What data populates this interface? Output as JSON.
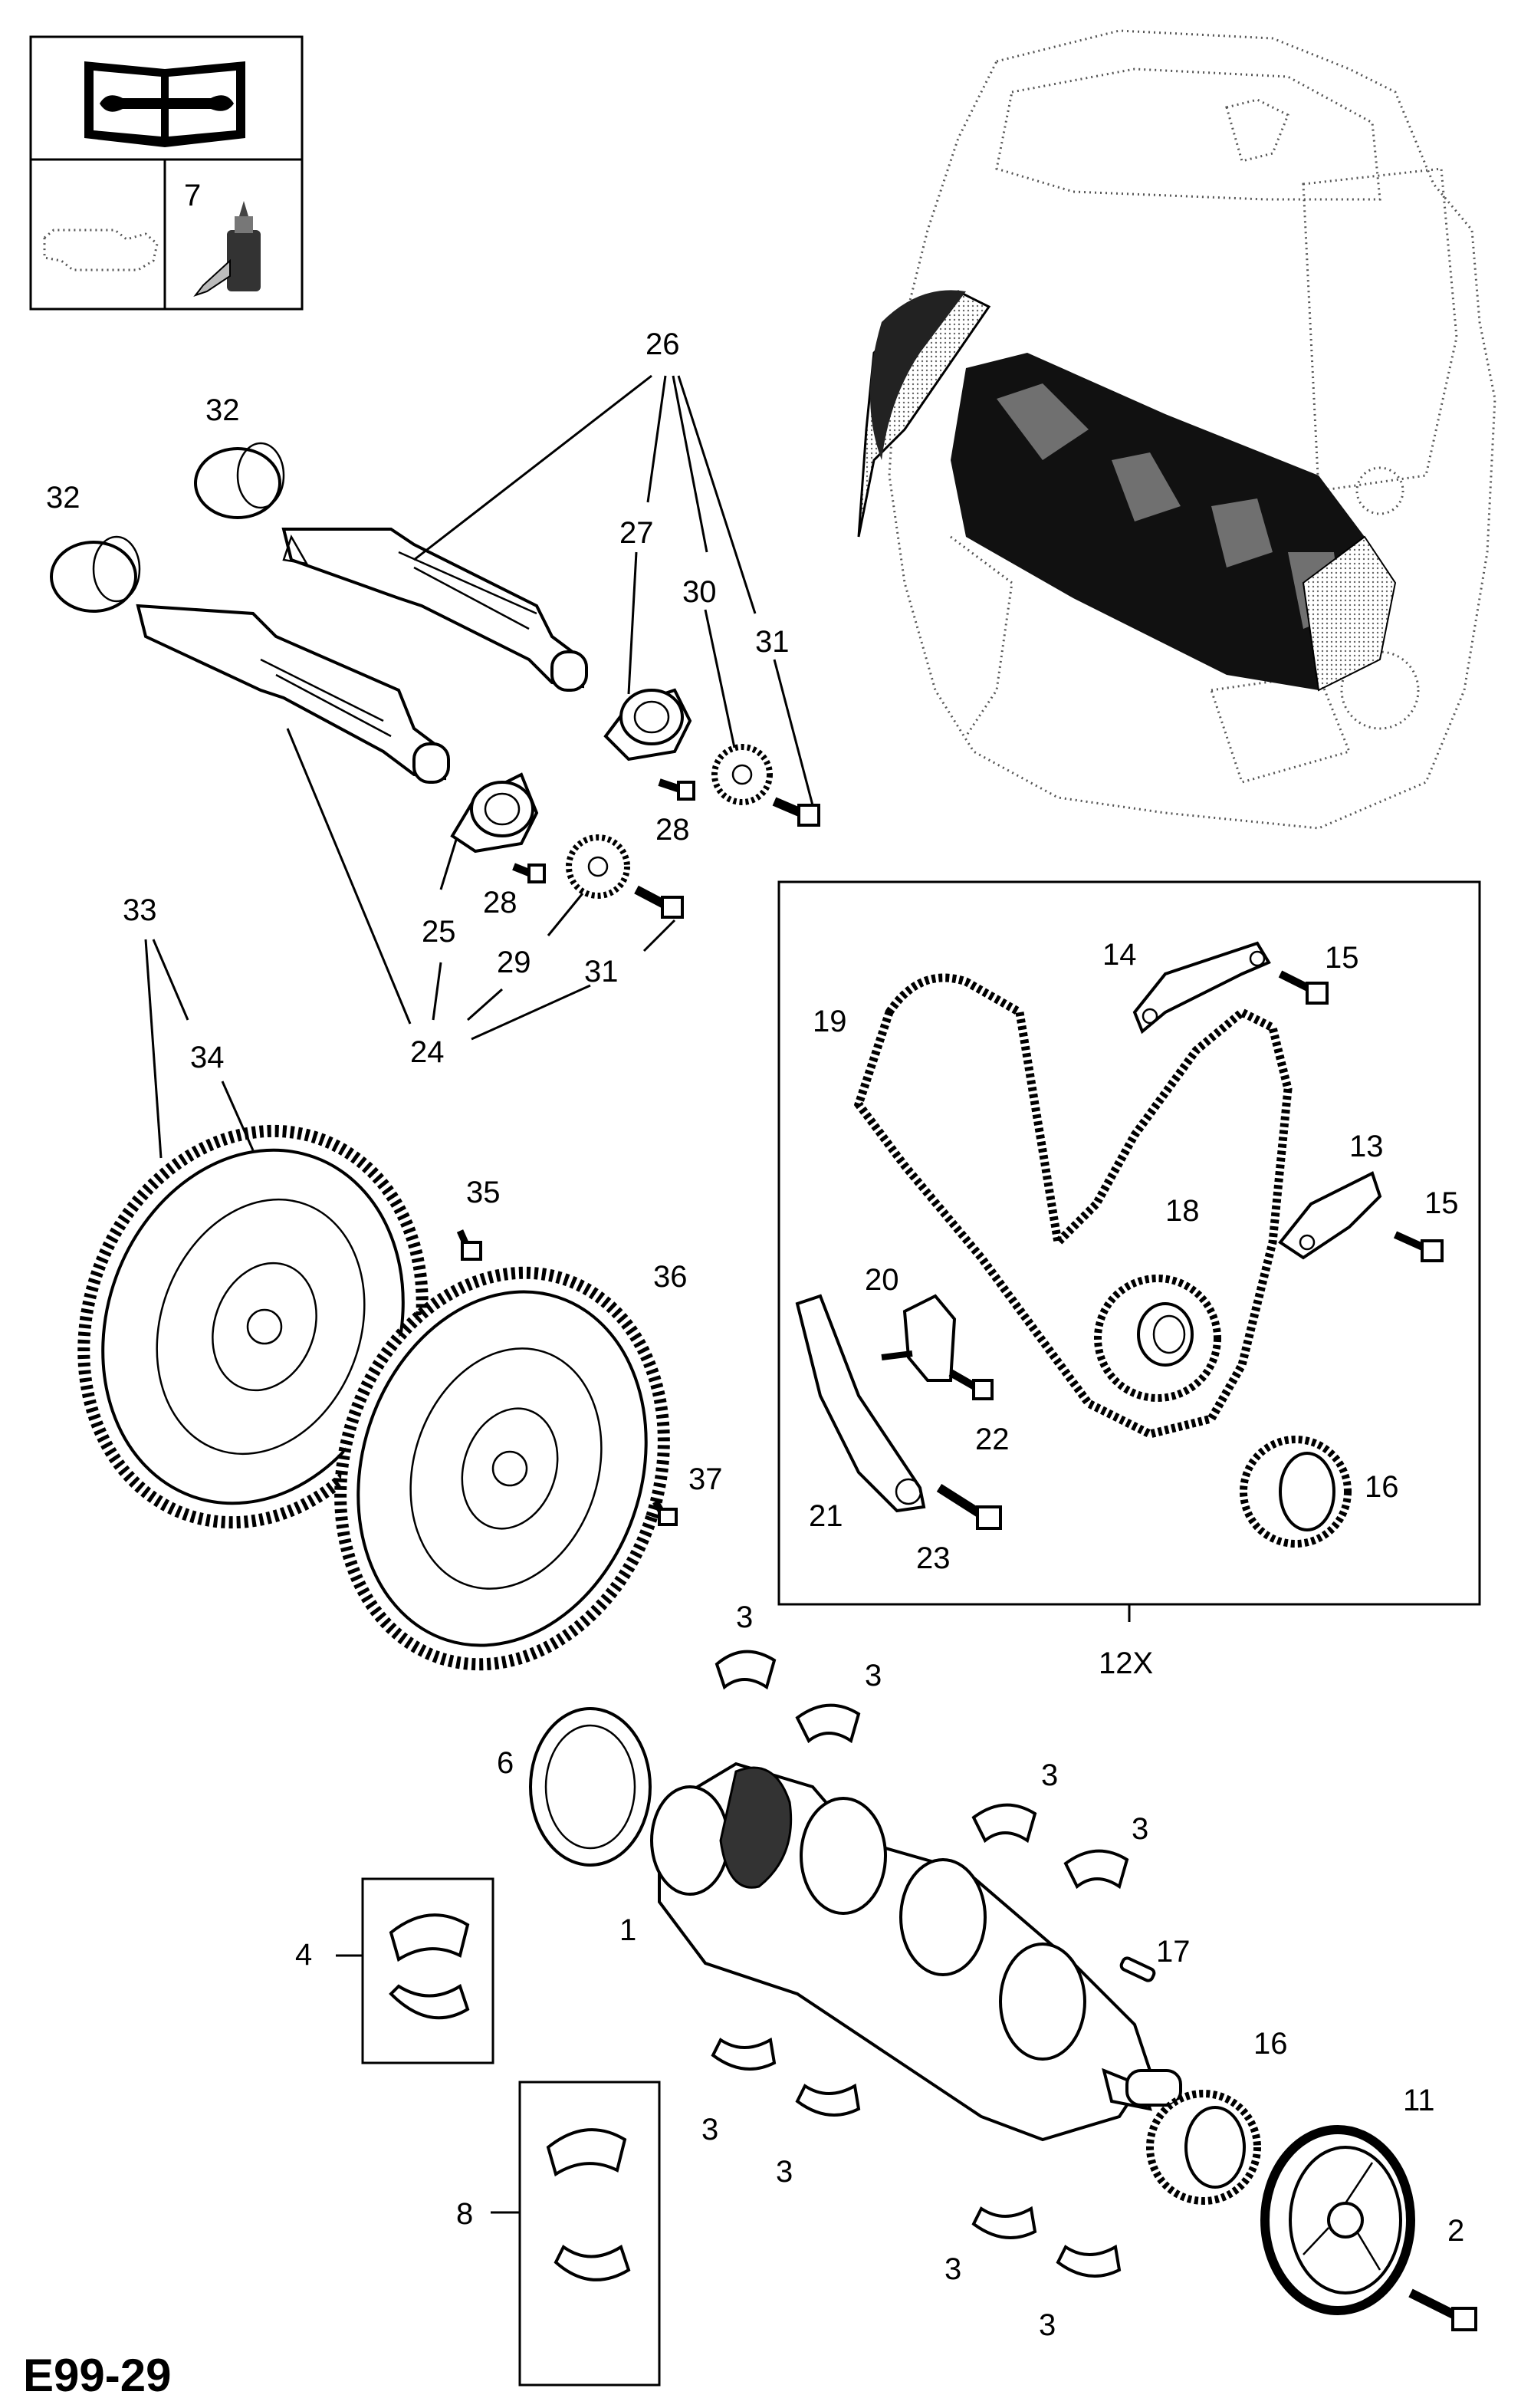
{
  "diagram_code": "E99-29",
  "icon_panel": {
    "lubricant_ref": "7"
  },
  "callouts": {
    "c26": "26",
    "c32a": "32",
    "c32b": "32",
    "c27": "27",
    "c30": "30",
    "c31a": "31",
    "c28a": "28",
    "c28b": "28",
    "c25": "25",
    "c29": "29",
    "c31b": "31",
    "c24": "24",
    "c33": "33",
    "c34": "34",
    "c35": "35",
    "c36": "36",
    "c37": "37",
    "c14": "14",
    "c15a": "15",
    "c19": "19",
    "c13": "13",
    "c15b": "15",
    "c18": "18",
    "c20": "20",
    "c22": "22",
    "c21": "21",
    "c23": "23",
    "c16a": "16",
    "c12x": "12X",
    "c3a": "3",
    "c3b": "3",
    "c3c": "3",
    "c3d": "3",
    "c3e": "3",
    "c3f": "3",
    "c3g": "3",
    "c3h": "3",
    "c6": "6",
    "c4": "4",
    "c1": "1",
    "c17": "17",
    "c16b": "16",
    "c11": "11",
    "c8": "8",
    "c2": "2"
  }
}
